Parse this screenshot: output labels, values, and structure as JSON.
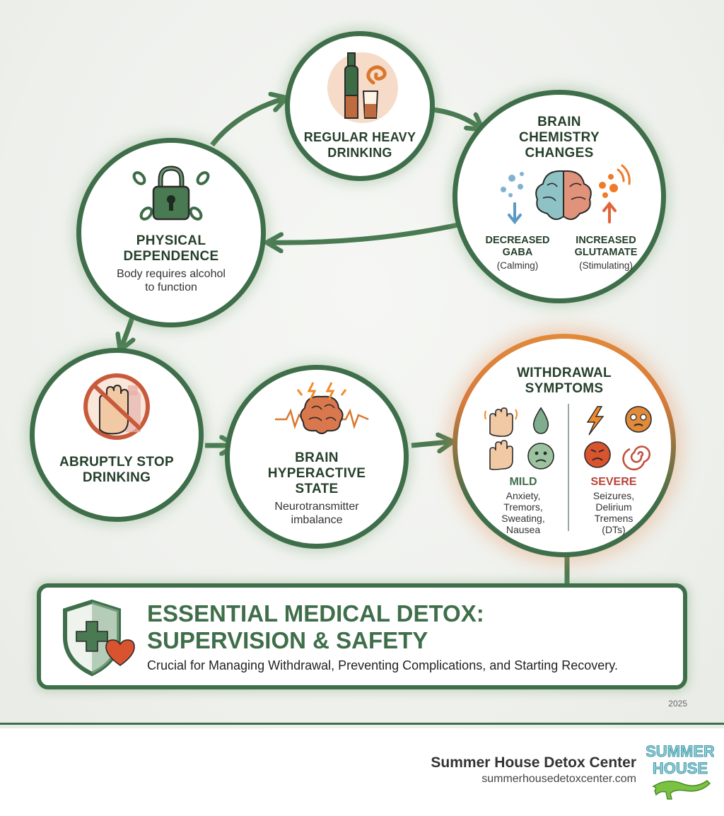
{
  "nodes": {
    "regular_heavy": {
      "title": [
        "REGULAR HEAVY",
        "DRINKING"
      ],
      "icon": "bottle-glass-icon"
    },
    "brain_chem": {
      "title": [
        "BRAIN",
        "CHEMISTRY",
        "CHANGES"
      ],
      "icon": "brain-icon",
      "left": {
        "label": [
          "DECREASED",
          "GABA"
        ],
        "note": "(Calming)"
      },
      "right": {
        "label": [
          "INCREASED",
          "GLUTAMATE"
        ],
        "note": "(Stimulating)"
      }
    },
    "physical": {
      "title": [
        "PHYSICAL",
        "DEPENDENCE"
      ],
      "sub": [
        "Body requires alcohol",
        "to function"
      ],
      "icon": "chained-lock-icon"
    },
    "abrupt": {
      "title": [
        "ABRUPTLY STOP",
        "DRINKING"
      ],
      "icon": "stop-hand-icon"
    },
    "hyperactive": {
      "title": [
        "BRAIN",
        "HYPERACTIVE",
        "STATE"
      ],
      "sub": [
        "Neurotransmitter",
        "imbalance"
      ],
      "icon": "agitated-brain-icon"
    },
    "withdrawal": {
      "title": [
        "WITHDRAWAL",
        "SYMPTOMS"
      ],
      "mild": {
        "label": "MILD",
        "items": [
          "Anxiety,",
          "Tremors,",
          "Sweating,",
          "Nausea"
        ]
      },
      "severe": {
        "label": "SEVERE",
        "items": [
          "Seizures,",
          "Delirium",
          "Tremens",
          "(DTs)"
        ]
      }
    }
  },
  "banner": {
    "title": [
      "ESSENTIAL MEDICAL DETOX:",
      "SUPERVISION & SAFETY"
    ],
    "subtitle": "Crucial for Managing Withdrawal, Preventing Complications, and Starting Recovery.",
    "icon": "shield-cross-heart-icon"
  },
  "year": "2025",
  "footer": {
    "name": "Summer House Detox Center",
    "url": "summerhousedetoxcenter.com",
    "logo_text": [
      "SUMMER",
      "HOUSE"
    ]
  },
  "colors": {
    "green": "#3f6e4a",
    "dark": "#26402b",
    "orange": "#d9772e",
    "red": "#b8433a",
    "arrow": "#4a7a52"
  }
}
